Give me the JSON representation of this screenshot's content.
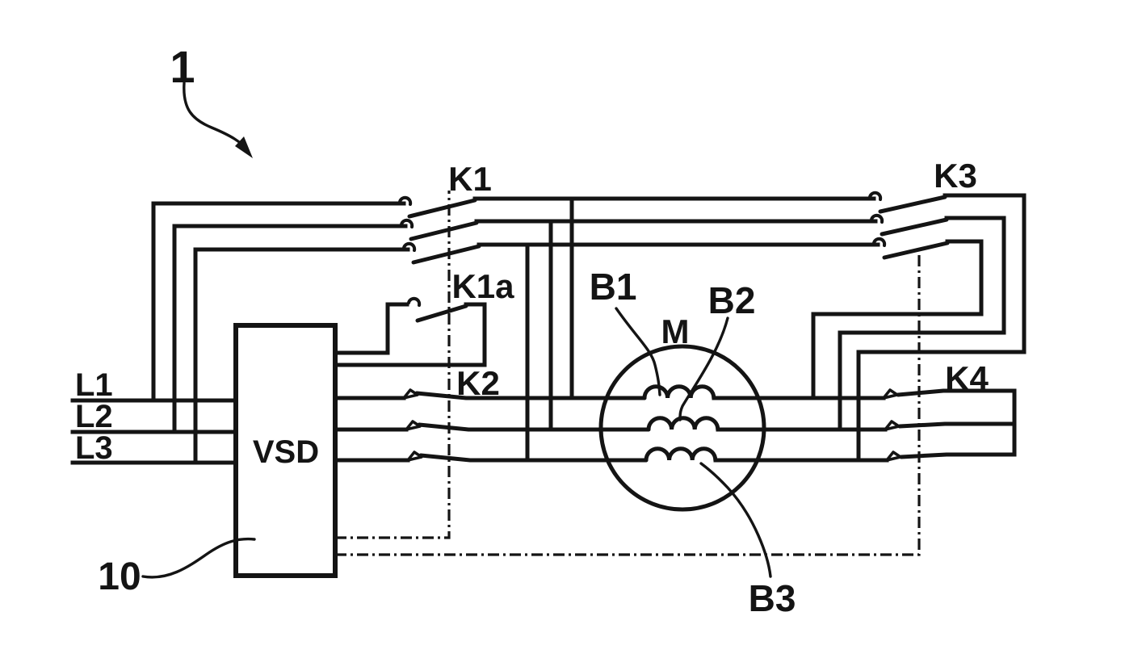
{
  "figure": {
    "reference_number": "1",
    "drive_reference_number": "10",
    "labels": {
      "vsd": "VSD",
      "motor": "M",
      "k1": "K1",
      "k1a": "K1a",
      "k2": "K2",
      "k3": "K3",
      "k4": "K4",
      "b1": "B1",
      "b2": "B2",
      "b3": "B3",
      "l1": "L1",
      "l2": "L2",
      "l3": "L3"
    },
    "colors": {
      "ink": "#141414",
      "paper": "#ffffff"
    }
  }
}
